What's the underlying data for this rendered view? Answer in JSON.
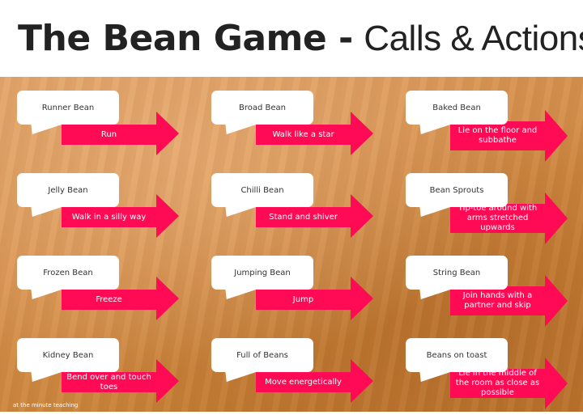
{
  "title": {
    "bold": "The Bean Game -",
    "light": "Calls & Actions"
  },
  "colors": {
    "arrow": "#ff0a55",
    "bubble": "#ffffff"
  },
  "cards": [
    {
      "call": "Runner Bean",
      "action": "Run"
    },
    {
      "call": "Broad Bean",
      "action": "Walk like a star"
    },
    {
      "call": "Baked Bean",
      "action": "Lie on the floor and subbathe"
    },
    {
      "call": "Jelly Bean",
      "action": "Walk in a silly way"
    },
    {
      "call": "Chilli Bean",
      "action": "Stand and shiver"
    },
    {
      "call": "Bean Sprouts",
      "action": "Tip-toe around with arms stretched upwards"
    },
    {
      "call": "Frozen Bean",
      "action": "Freeze"
    },
    {
      "call": "Jumping Bean",
      "action": "Jump"
    },
    {
      "call": "String Bean",
      "action": "Join hands with a partner and skip"
    },
    {
      "call": "Kidney Bean",
      "action": "Bend over and touch toes"
    },
    {
      "call": "Full of Beans",
      "action": "Move energetically"
    },
    {
      "call": "Beans on toast",
      "action": "Lie in the middle of the room as close as possible"
    }
  ],
  "footer": "at the minute teaching"
}
